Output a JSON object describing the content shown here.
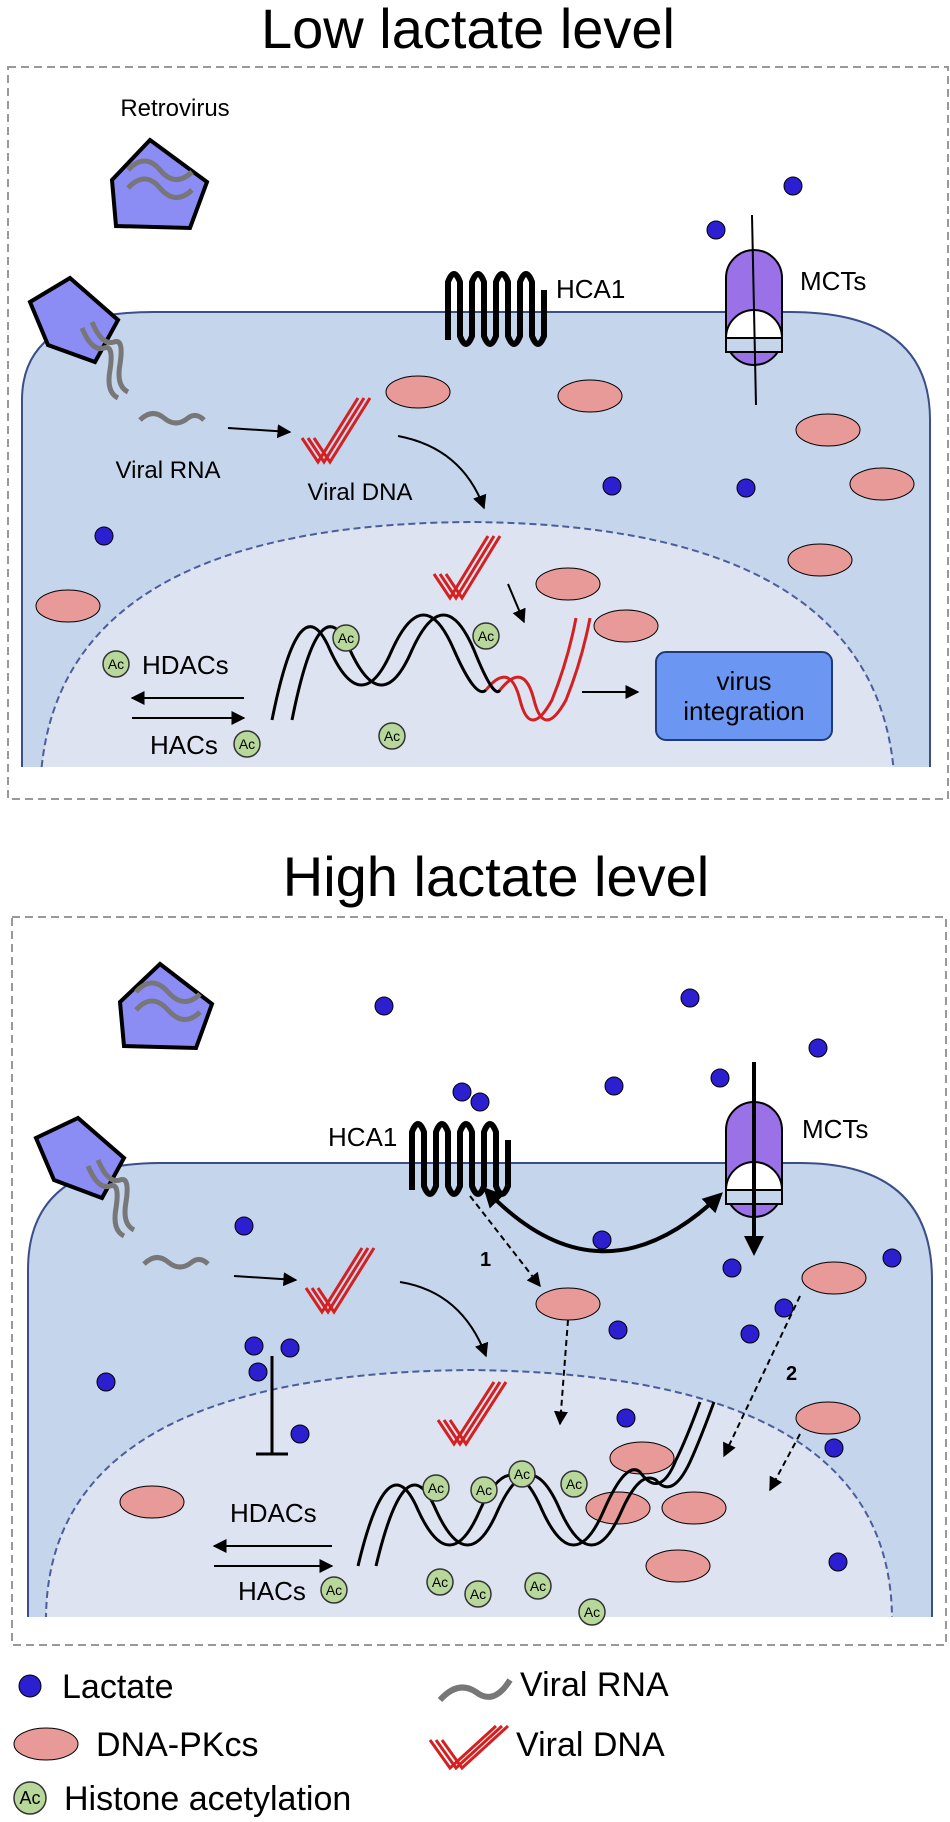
{
  "panel_low": {
    "title": "Low lactate level",
    "retrovirus": "Retrovirus",
    "hca1": "HCA1",
    "mcts": "MCTs",
    "viral_rna": "Viral RNA",
    "viral_dna": "Viral DNA",
    "hdacs": "HDACs",
    "hacs": "HACs",
    "virus_integration_line1": "virus",
    "virus_integration_line2": "integration",
    "ac": "Ac"
  },
  "panel_high": {
    "title": "High lactate level",
    "hca1": "HCA1",
    "mcts": "MCTs",
    "hdacs": "HDACs",
    "hacs": "HACs",
    "path1": "1",
    "path2": "2",
    "ac": "Ac"
  },
  "legend": {
    "lactate": "Lactate",
    "dnapkcs": "DNA-PKcs",
    "histone": "Histone acetylation",
    "viral_rna": "Viral RNA",
    "viral_dna": "Viral DNA",
    "ac": "Ac"
  },
  "colors": {
    "lactate": "#2b1fd0",
    "dnapkcs": "#e89a98",
    "ac_fill": "#b7d89a",
    "cell": "#c5d5ec",
    "nucleus": "#dde3f1",
    "virus": "#8c8cf5",
    "viral_dna": "#d42020",
    "viral_rna": "#777777",
    "integration_box": "#6b97f2"
  }
}
